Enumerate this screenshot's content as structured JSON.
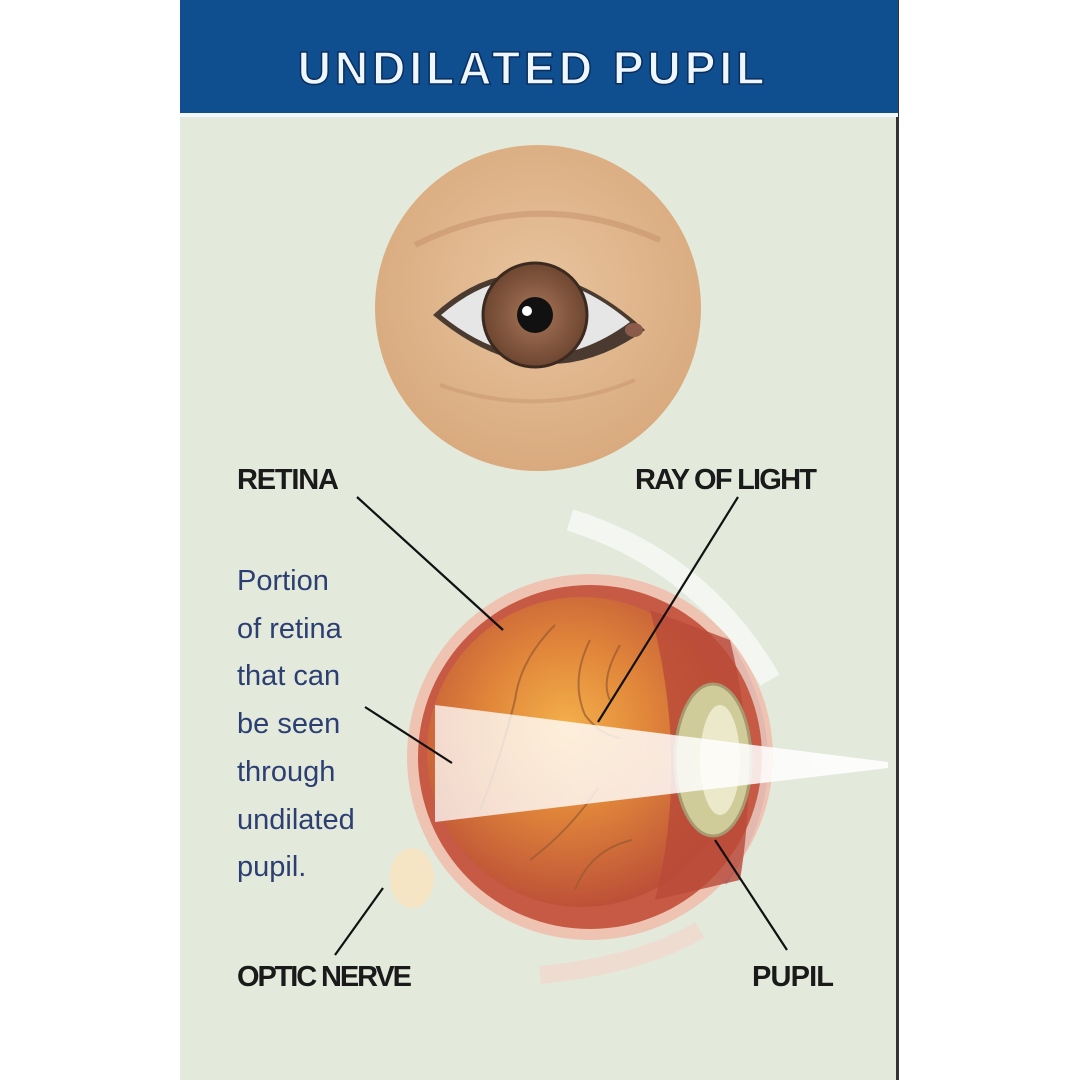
{
  "header": {
    "title": "UNDILATED PUPIL"
  },
  "labels": {
    "retina": "RETINA",
    "ray_of_light": "RAY OF LIGHT",
    "optic_nerve": "OPTIC NERVE",
    "pupil": "PUPIL"
  },
  "description": {
    "lines": [
      "Portion",
      "of retina",
      "that can",
      "be seen",
      "through",
      "undilated",
      "pupil."
    ]
  },
  "colors": {
    "header_bg": "#0f4f8f",
    "panel_bg": "#e3eadc",
    "description_text": "#2d3f72"
  }
}
